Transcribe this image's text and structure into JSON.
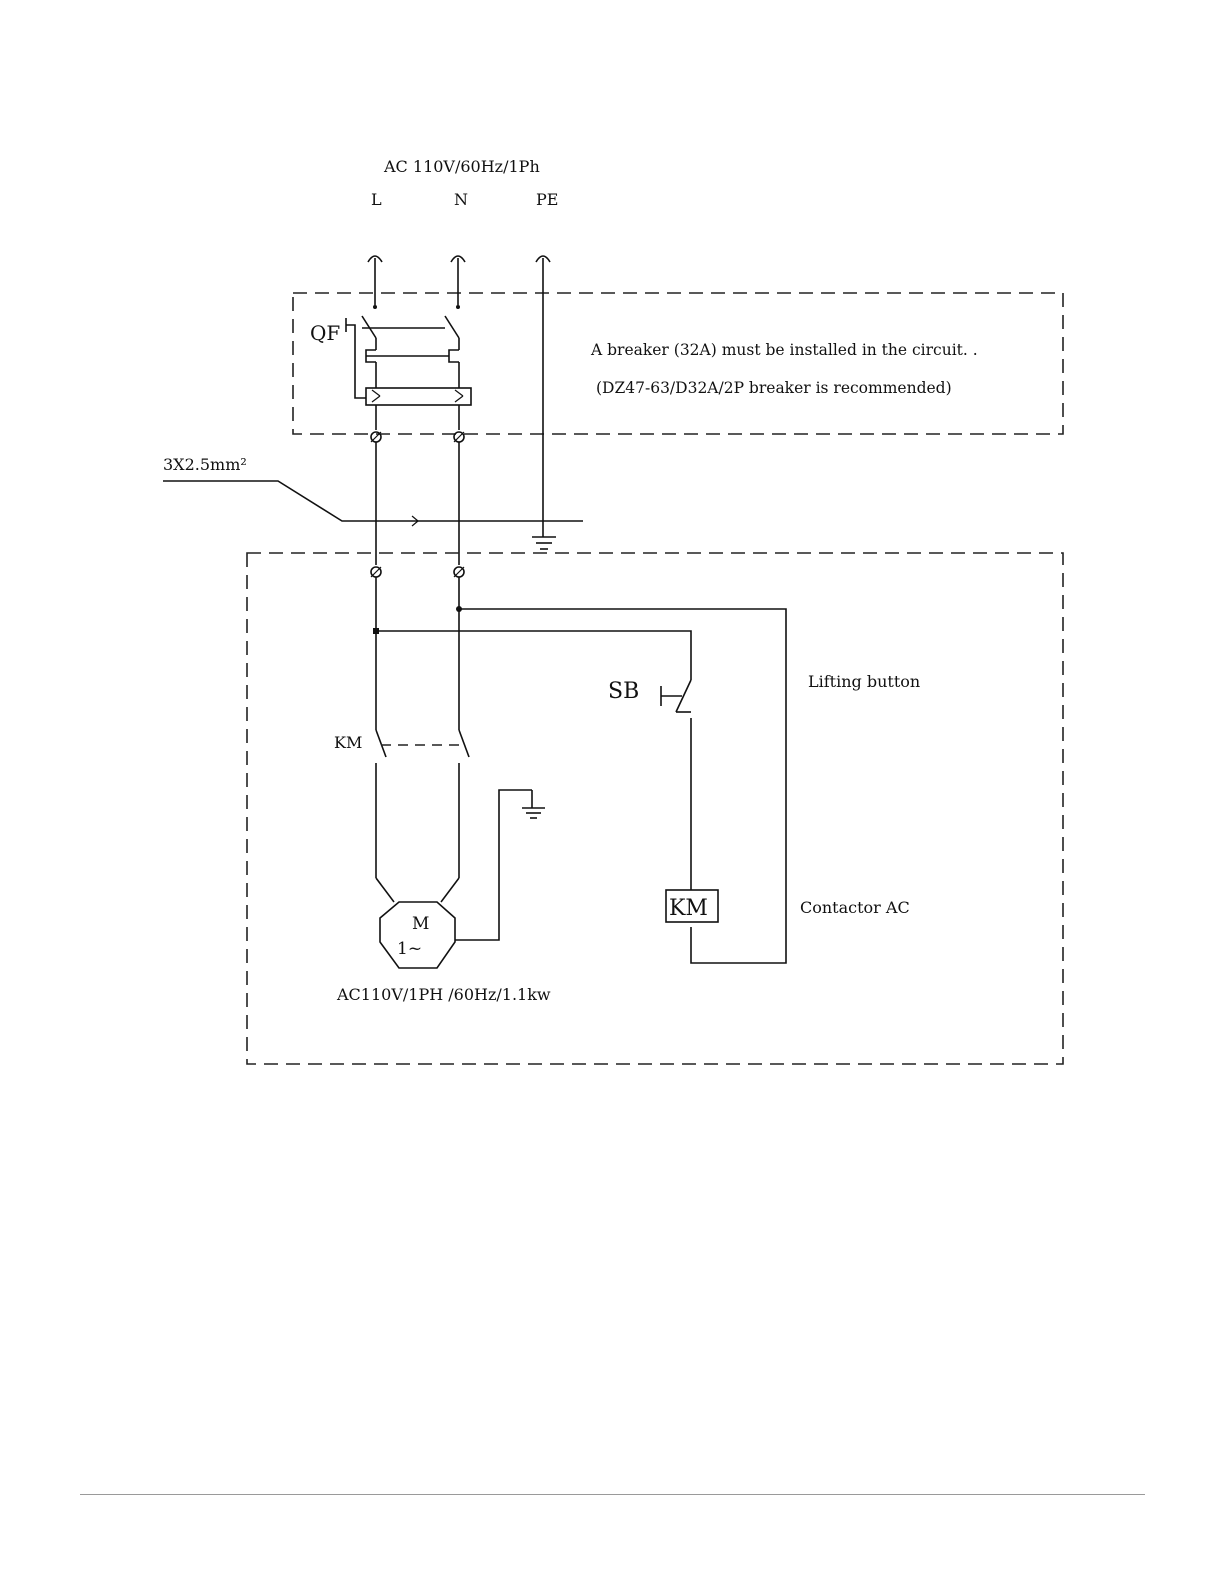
{
  "supply": {
    "label": "AC 110V/60Hz/1Ph",
    "line": "L",
    "neutral": "N",
    "earth": "PE"
  },
  "breaker": {
    "tag": "QF",
    "note_line1": "A breaker (32A) must be installed in the circuit. .",
    "note_line2": "(DZ47-63/D32A/2P breaker is recommended)"
  },
  "cable": {
    "label": "3X2.5mm²"
  },
  "control": {
    "contactor_contact_tag": "KM",
    "button_tag": "SB",
    "button_label": "Lifting button",
    "coil_tag": "KM",
    "coil_label": "Contactor AC"
  },
  "motor": {
    "symbol": "M",
    "phase_symbol": "1~",
    "rating": "AC110V/1PH /60Hz/1.1kw"
  }
}
